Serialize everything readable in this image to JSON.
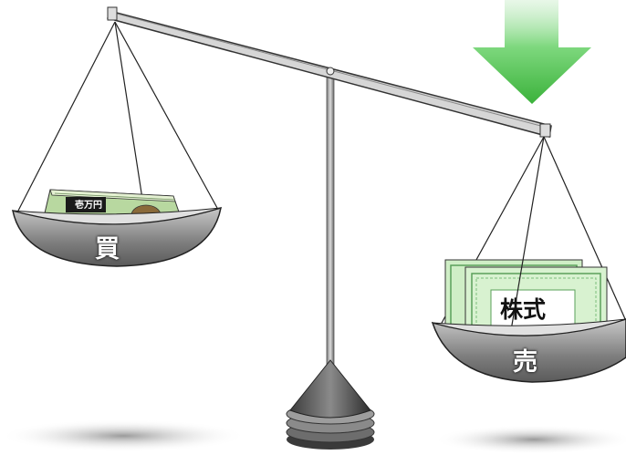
{
  "scale": {
    "left_pan_label": "買",
    "right_pan_label": "売",
    "certificate_label": "株式",
    "banknote_label": "壱万円"
  },
  "colors": {
    "arrow": "#5cc85c",
    "beam": "#cccccc",
    "pan": "#9a9a9a",
    "certificate": "#cfeec6",
    "banknote": "#dcecc0"
  },
  "icons": {
    "arrow": "down-arrow-icon",
    "scale": "balance-scale-icon"
  }
}
